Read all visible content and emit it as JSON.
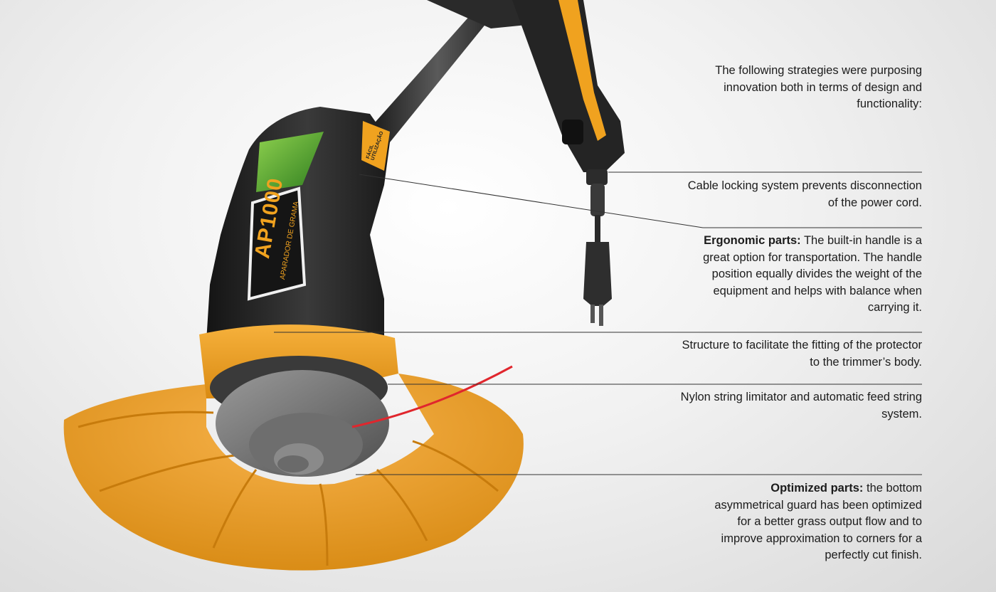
{
  "intro": "The following strategies were purposing innovation both in terms of design and functionality:",
  "callouts": {
    "cable": {
      "body": "Cable locking system prevents disconnection of the power cord."
    },
    "ergonomic": {
      "heading": "Ergonomic parts:",
      "body": " The built-in handle is a great option for transportation. The handle position equally divides the weight of the equipment and helps with balance when carrying it."
    },
    "structure": {
      "body": "Structure to facilitate the fitting of the protector to the trimmer’s body."
    },
    "nylon": {
      "body": "Nylon string limitator and automatic feed string system."
    },
    "optimized": {
      "heading": "Optimized parts:",
      "body": " the bottom asymmetrical guard has been optimized for a better grass output flow and to improve approximation to corners for a perfectly cut finish."
    }
  },
  "product": {
    "model": "AP1000",
    "subtitle": "APARADOR DE GRAMA",
    "side_sticker": "FÁCIL UTILIZAÇÃO"
  },
  "colors": {
    "accent_orange": "#f0a21f",
    "body_black": "#222222",
    "nylon_red": "#e0262d",
    "sticker_green": "#5aaa2e",
    "leader_line": "#333333"
  }
}
